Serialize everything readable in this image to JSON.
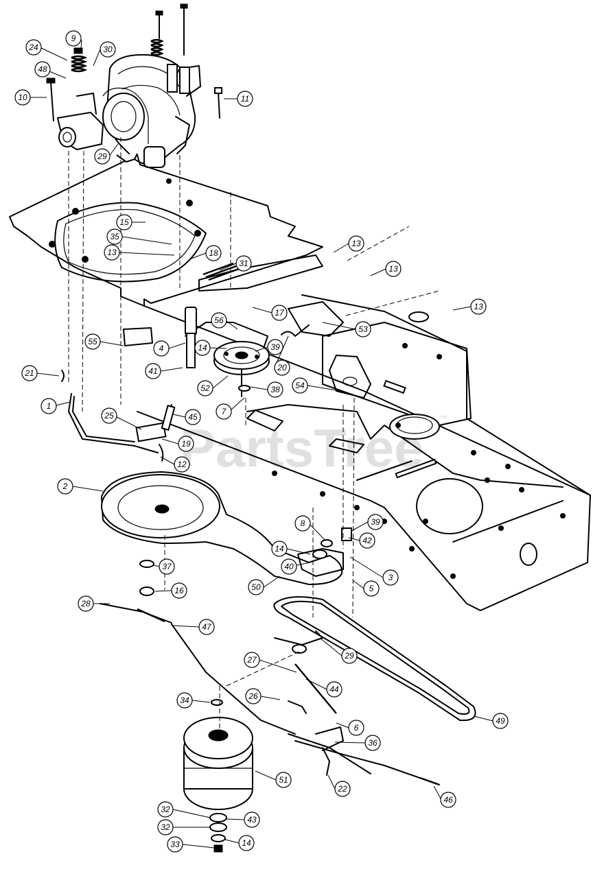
{
  "watermark": {
    "text": "PartsTree",
    "trademark": "™"
  },
  "callouts": [
    {
      "id": "c-9",
      "label": "9"
    },
    {
      "id": "c-24",
      "label": "24"
    },
    {
      "id": "c-30",
      "label": "30"
    },
    {
      "id": "c-48",
      "label": "48"
    },
    {
      "id": "c-10",
      "label": "10"
    },
    {
      "id": "c-11",
      "label": "11"
    },
    {
      "id": "c-29a",
      "label": "29"
    },
    {
      "id": "c-15",
      "label": "15"
    },
    {
      "id": "c-35",
      "label": "35"
    },
    {
      "id": "c-13a",
      "label": "13"
    },
    {
      "id": "c-18",
      "label": "18"
    },
    {
      "id": "c-31",
      "label": "31"
    },
    {
      "id": "c-13b",
      "label": "13"
    },
    {
      "id": "c-13c",
      "label": "13"
    },
    {
      "id": "c-13d",
      "label": "13"
    },
    {
      "id": "c-17",
      "label": "17"
    },
    {
      "id": "c-53",
      "label": "53"
    },
    {
      "id": "c-56",
      "label": "56"
    },
    {
      "id": "c-55",
      "label": "55"
    },
    {
      "id": "c-4",
      "label": "4"
    },
    {
      "id": "c-14a",
      "label": "14"
    },
    {
      "id": "c-39a",
      "label": "39"
    },
    {
      "id": "c-20",
      "label": "20"
    },
    {
      "id": "c-41",
      "label": "41"
    },
    {
      "id": "c-52",
      "label": "52"
    },
    {
      "id": "c-38",
      "label": "38"
    },
    {
      "id": "c-54",
      "label": "54"
    },
    {
      "id": "c-21",
      "label": "21"
    },
    {
      "id": "c-1",
      "label": "1"
    },
    {
      "id": "c-7",
      "label": "7"
    },
    {
      "id": "c-25",
      "label": "25"
    },
    {
      "id": "c-45",
      "label": "45"
    },
    {
      "id": "c-19",
      "label": "19"
    },
    {
      "id": "c-12",
      "label": "12"
    },
    {
      "id": "c-2",
      "label": "2"
    },
    {
      "id": "c-8",
      "label": "8"
    },
    {
      "id": "c-39b",
      "label": "39"
    },
    {
      "id": "c-14b",
      "label": "14"
    },
    {
      "id": "c-42",
      "label": "42"
    },
    {
      "id": "c-37",
      "label": "37"
    },
    {
      "id": "c-40",
      "label": "40"
    },
    {
      "id": "c-3",
      "label": "3"
    },
    {
      "id": "c-50",
      "label": "50"
    },
    {
      "id": "c-5",
      "label": "5"
    },
    {
      "id": "c-16",
      "label": "16"
    },
    {
      "id": "c-28",
      "label": "28"
    },
    {
      "id": "c-47",
      "label": "47"
    },
    {
      "id": "c-29b",
      "label": "29"
    },
    {
      "id": "c-27",
      "label": "27"
    },
    {
      "id": "c-44",
      "label": "44"
    },
    {
      "id": "c-34",
      "label": "34"
    },
    {
      "id": "c-26",
      "label": "26"
    },
    {
      "id": "c-6",
      "label": "6"
    },
    {
      "id": "c-49",
      "label": "49"
    },
    {
      "id": "c-36",
      "label": "36"
    },
    {
      "id": "c-51",
      "label": "51"
    },
    {
      "id": "c-22",
      "label": "22"
    },
    {
      "id": "c-46",
      "label": "46"
    },
    {
      "id": "c-32a",
      "label": "32"
    },
    {
      "id": "c-43",
      "label": "43"
    },
    {
      "id": "c-32b",
      "label": "32"
    },
    {
      "id": "c-33",
      "label": "33"
    },
    {
      "id": "c-14c",
      "label": "14"
    }
  ]
}
